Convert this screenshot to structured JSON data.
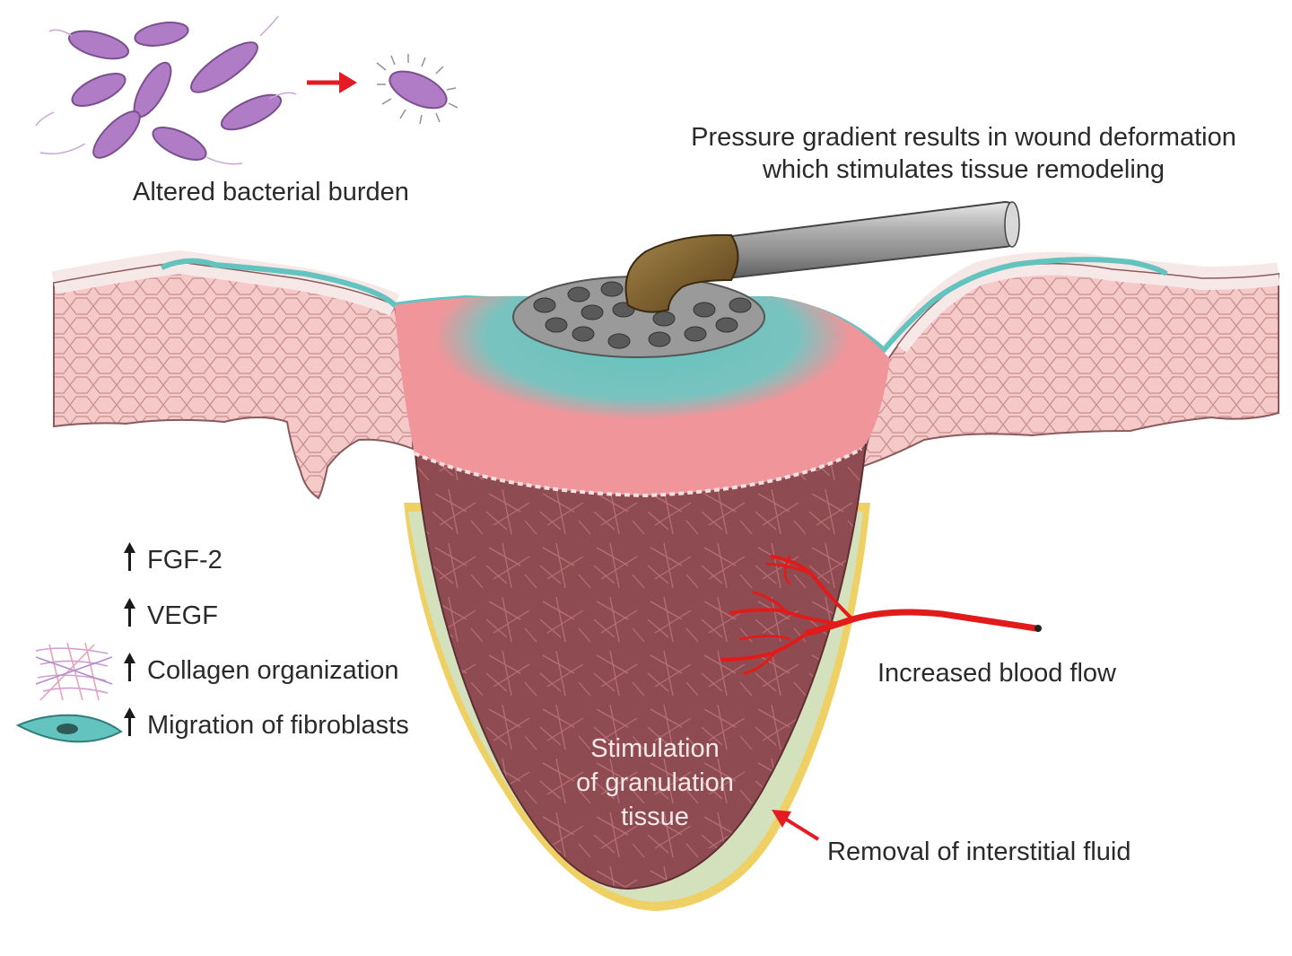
{
  "labels": {
    "bacteria": "Altered bacterial burden",
    "pressure_line1": "Pressure gradient results in wound deformation",
    "pressure_line2": "which stimulates tissue remodeling",
    "fgf2": "FGF-2",
    "vegf": "VEGF",
    "collagen": "Collagen organization",
    "fibroblasts": "Migration of fibroblasts",
    "blood_flow": "Increased blood flow",
    "granulation_line1": "Stimulation",
    "granulation_line2": "of granulation",
    "granulation_line3": "tissue",
    "interstitial": "Removal of interstitial fluid"
  },
  "colors": {
    "skin": "#f2c6c6",
    "epidermis_teal": "#63c3bf",
    "wound_bed": "#f0959a",
    "granulation": "#8c4a4f",
    "exudate_yellow": "#ecc84a",
    "vessel_red": "#e11a1a",
    "arrow_red": "#e51b24",
    "bacteria_purple": "#b07cc6",
    "tube_grey": "#a8a8a8",
    "drape_brown": "#7a5a2a"
  }
}
